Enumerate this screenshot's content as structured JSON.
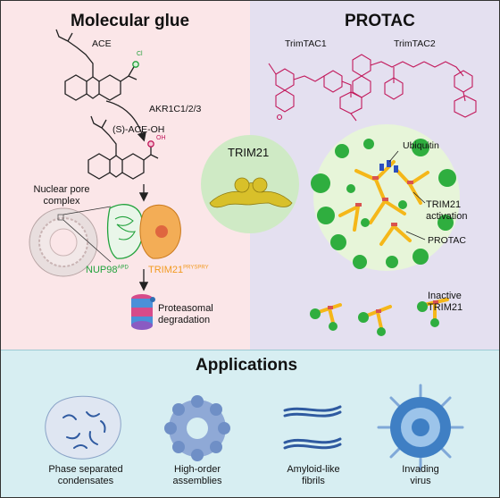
{
  "left": {
    "title": "Molecular glue",
    "ace_label": "ACE",
    "enzyme_label": "AKR1C1/2/3",
    "product_label": "(S)-ACE-OH",
    "npc_label_line1": "Nuclear pore",
    "npc_label_line2": "complex",
    "nup_label": "NUP98",
    "nup_sup": "APD",
    "trim_label": "TRIM21",
    "trim_sup": "PRYSPRY",
    "degradation_line1": "Proteasomal",
    "degradation_line2": "degradation",
    "cl_symbol": "Cl",
    "oh_symbol": "OH"
  },
  "center": {
    "trim21_label": "TRIM21"
  },
  "right": {
    "title": "PROTAC",
    "trimtac1_label": "TrimTAC1",
    "trimtac2_label": "TrimTAC2",
    "ubiquitin_label": "Ubiquitin",
    "activation_line1": "TRIM21",
    "activation_line2": "activation",
    "protac_label": "PROTAC",
    "inactive_line1": "Inactive",
    "inactive_line2": "TRIM21"
  },
  "applications": {
    "title": "Applications",
    "items": [
      {
        "line1": "Phase separated",
        "line2": "condensates"
      },
      {
        "line1": "High-order",
        "line2": "assemblies"
      },
      {
        "line1": "Amyloid-like",
        "line2": "fibrils"
      },
      {
        "line1": "Invading",
        "line2": "virus"
      }
    ]
  },
  "colors": {
    "left_bg": "#fbe6e8",
    "right_bg": "#e4e0f0",
    "bottom_bg": "#d7eef2",
    "trim_green": "#2db34a",
    "trim_yellow": "#f5b719",
    "nup_green": "#22a23c",
    "trim_orange": "#f29a1f",
    "molecule_pink": "#c2185b",
    "protein_blue": "#4a7bc4"
  }
}
